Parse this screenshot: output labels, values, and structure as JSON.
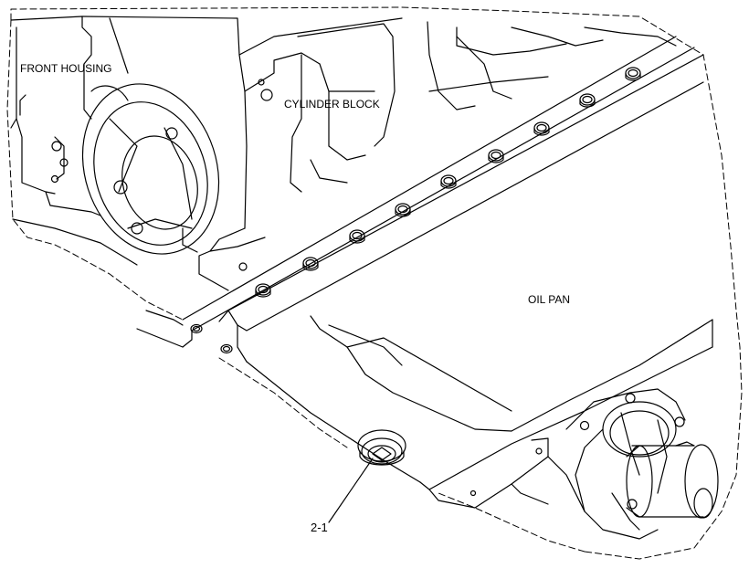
{
  "labels": {
    "front_housing": "FRONT HOUSING",
    "cylinder_block": "CYLINDER BLOCK",
    "oil_pan": "OIL PAN",
    "callout": "2-1"
  },
  "colors": {
    "line": "#000000",
    "background": "#ffffff"
  }
}
